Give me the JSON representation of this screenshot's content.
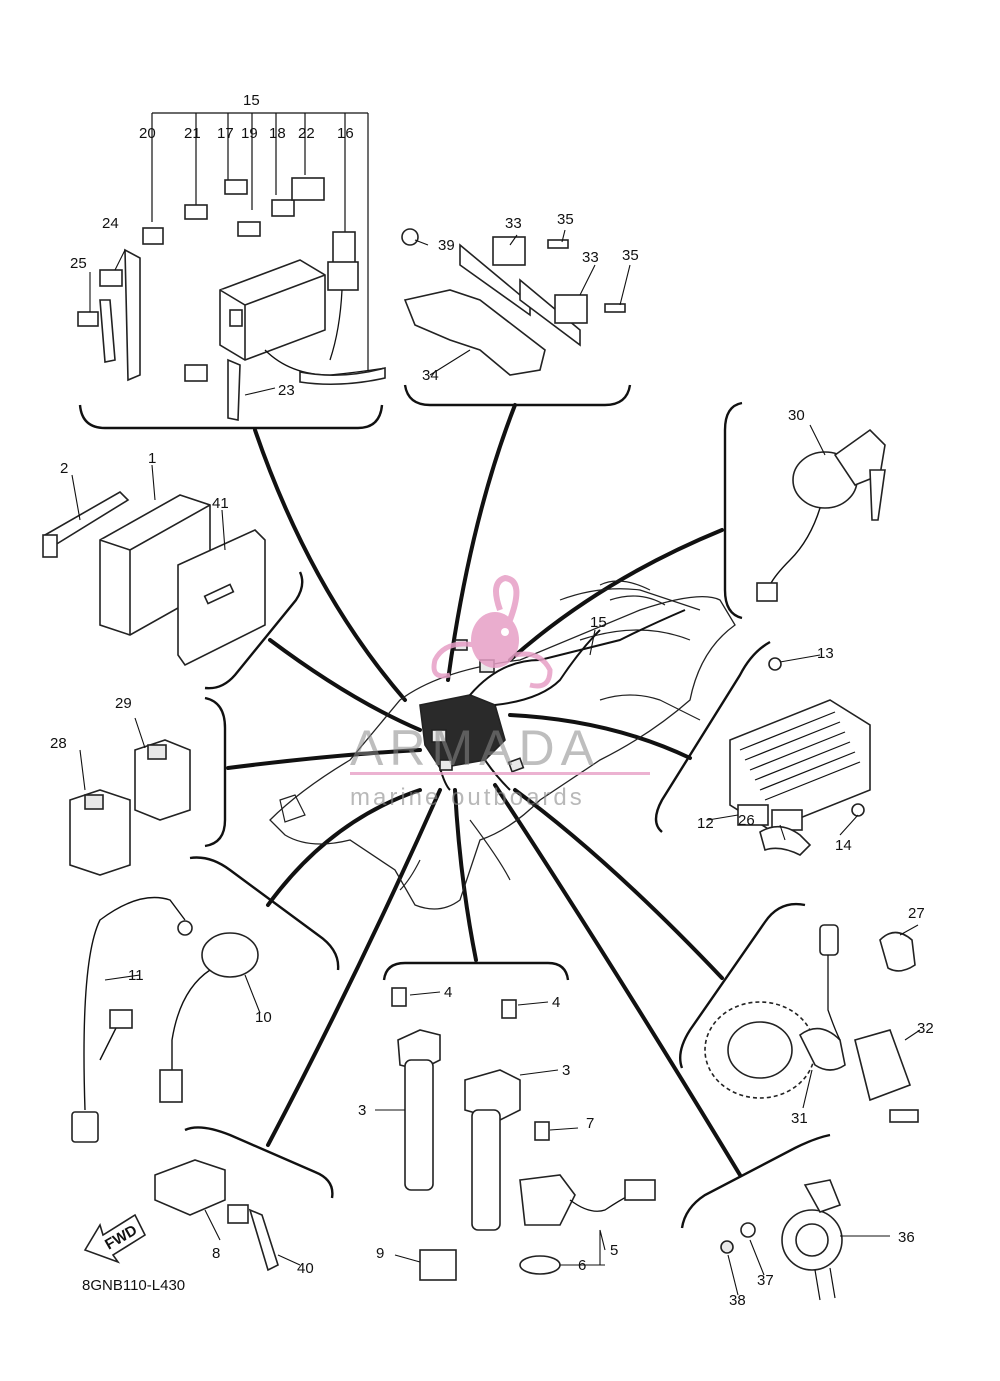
{
  "diagram": {
    "code": "8GNB110-L430",
    "fwd_label": "FWD",
    "watermark": {
      "brand": "ARMADA",
      "tagline": "marine outboards",
      "color": "#e79fc6"
    },
    "part_labels": [
      "1",
      "2",
      "3",
      "3",
      "4",
      "4",
      "5",
      "6",
      "7",
      "8",
      "9",
      "10",
      "11",
      "12",
      "13",
      "14",
      "15",
      "15",
      "16",
      "17",
      "18",
      "19",
      "20",
      "21",
      "22",
      "23",
      "24",
      "25",
      "26",
      "27",
      "28",
      "29",
      "30",
      "31",
      "32",
      "33",
      "33",
      "34",
      "35",
      "35",
      "36",
      "37",
      "38",
      "39",
      "40",
      "41"
    ]
  }
}
